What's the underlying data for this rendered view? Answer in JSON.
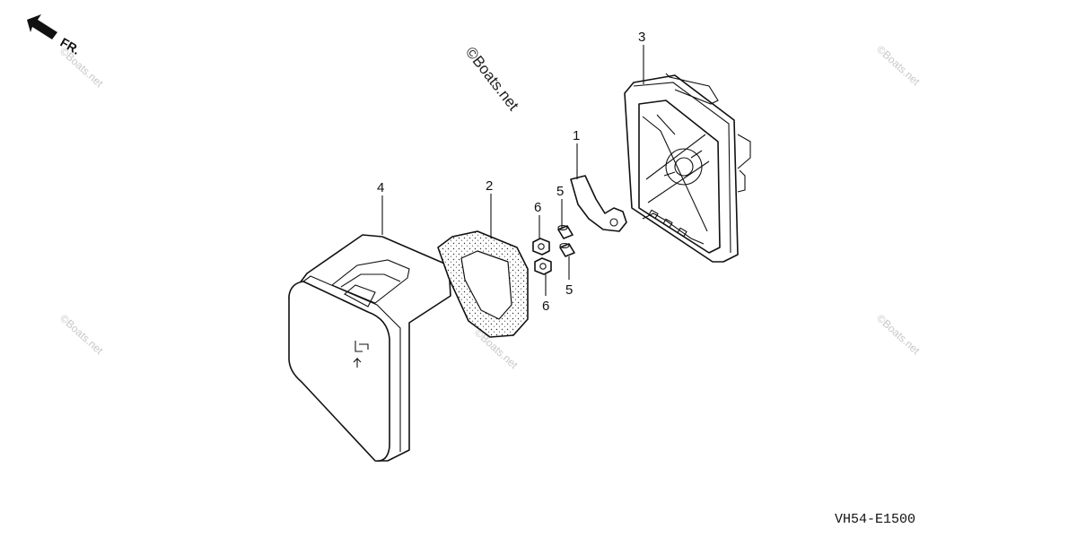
{
  "direction_label": "FR.",
  "watermark_text": "©Boats.net",
  "diagram_code": "VH54-E1500",
  "callouts": [
    "1",
    "2",
    "3",
    "4",
    "5",
    "5",
    "6",
    "6"
  ]
}
